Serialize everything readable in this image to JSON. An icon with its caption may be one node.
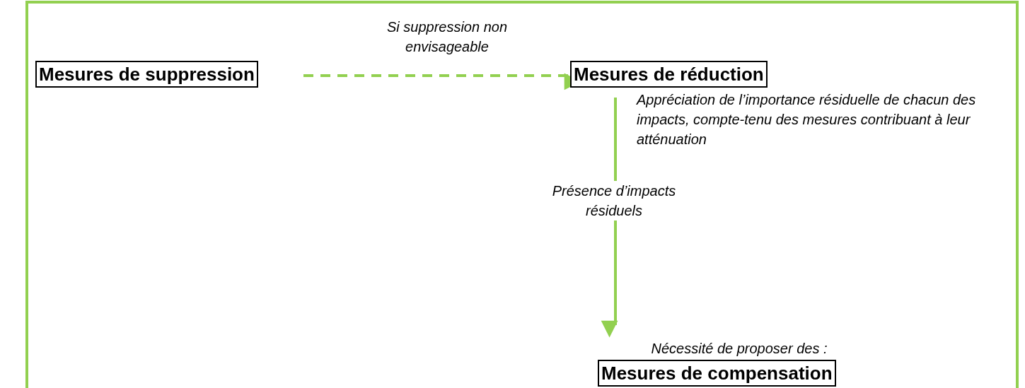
{
  "diagram": {
    "nodes": [
      {
        "text": [
          "Mesures de suppression"
        ]
      },
      {
        "text": [
          "Mesures de réduction"
        ],
        "beside": [
          "Appréciation de l’importance résiduelle de chacun des impacts, compte-tenu des mesures contribuant à leur atténuation"
        ]
      },
      {
        "text": [
          "Nécessité de proposer des :",
          "Mesures de compensation"
        ]
      }
    ],
    "edges": [
      {
        "from": 0,
        "to": 1,
        "arrow": "to",
        "label": "Si suppression non envisageable",
        "style": "dashed"
      },
      {
        "from": 1,
        "to": 2,
        "arrow": "to",
        "label": "Présence d’impacts résiduels"
      }
    ]
  }
}
